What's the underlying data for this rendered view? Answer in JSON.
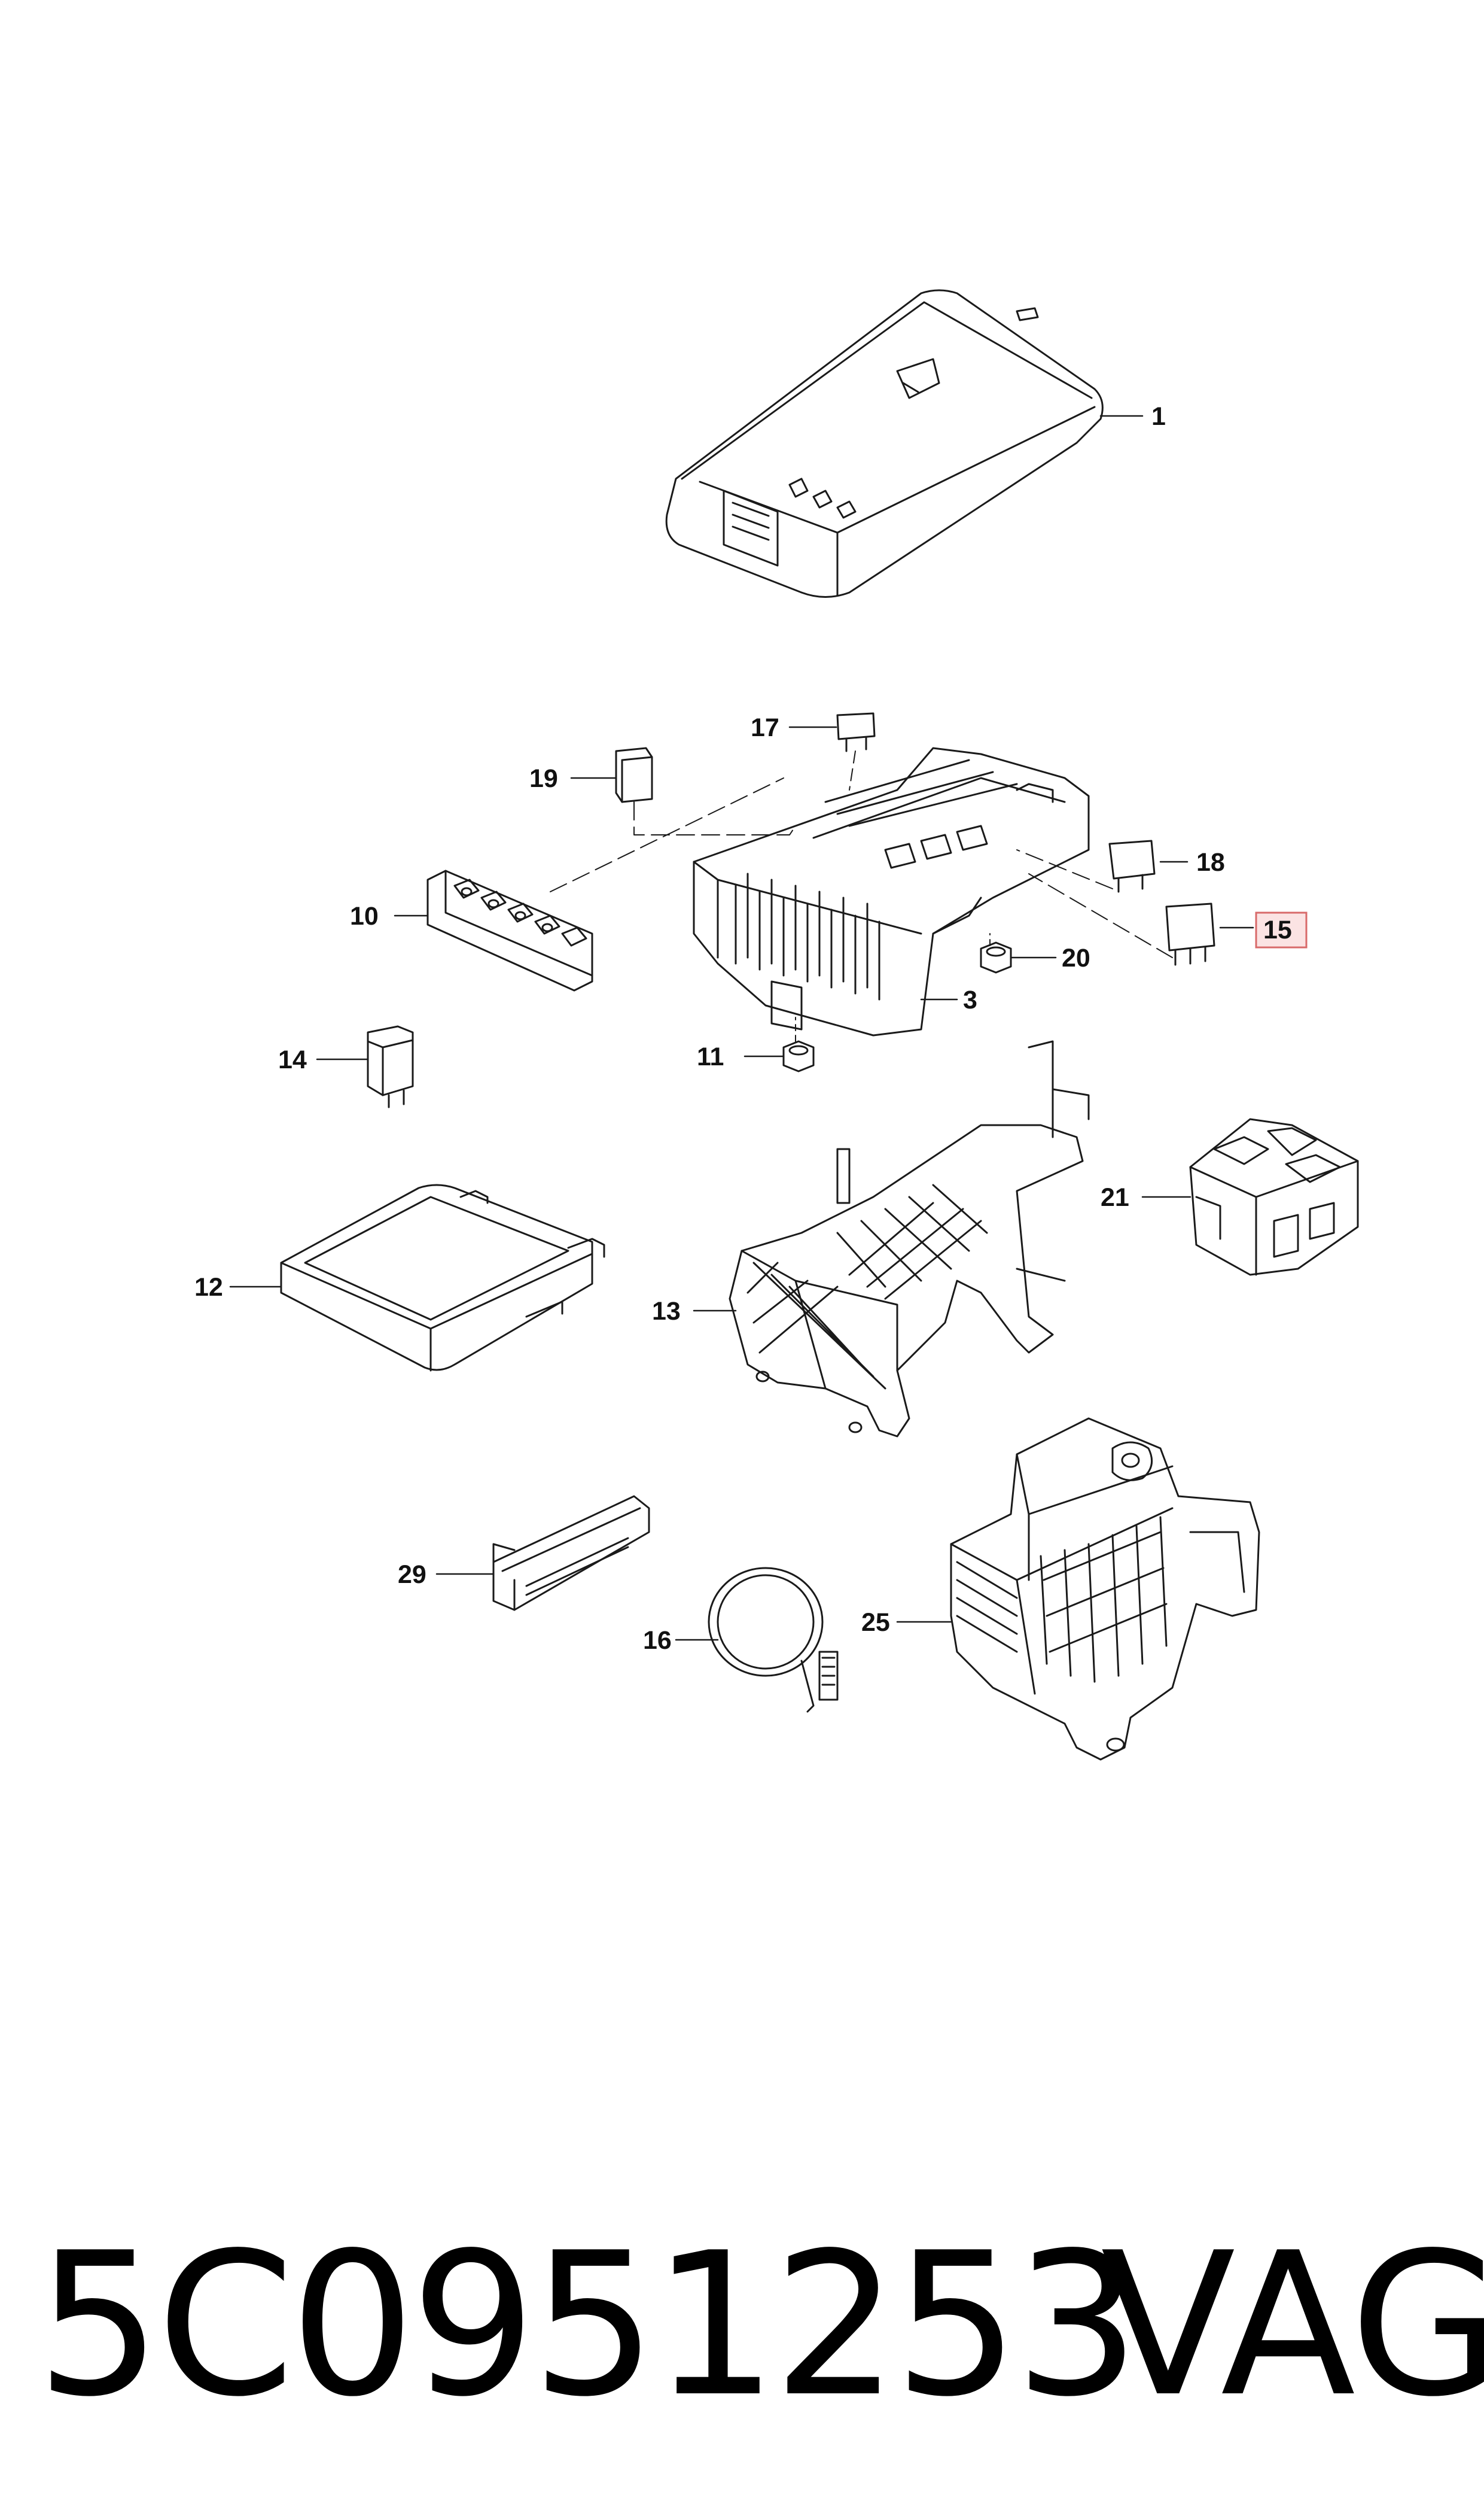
{
  "colors": {
    "line": "#1a1a1a",
    "highlight_border": "#d86a6a",
    "highlight_fill": "#fbe3e3",
    "background": "#ffffff"
  },
  "callouts": [
    {
      "id": "1",
      "label": "1"
    },
    {
      "id": "3",
      "label": "3"
    },
    {
      "id": "10",
      "label": "10"
    },
    {
      "id": "11",
      "label": "11"
    },
    {
      "id": "12",
      "label": "12"
    },
    {
      "id": "13",
      "label": "13"
    },
    {
      "id": "14",
      "label": "14"
    },
    {
      "id": "15",
      "label": "15",
      "highlighted": true
    },
    {
      "id": "16",
      "label": "16"
    },
    {
      "id": "17",
      "label": "17"
    },
    {
      "id": "18",
      "label": "18"
    },
    {
      "id": "19",
      "label": "19"
    },
    {
      "id": "20",
      "label": "20"
    },
    {
      "id": "21",
      "label": "21"
    },
    {
      "id": "25",
      "label": "25"
    },
    {
      "id": "29",
      "label": "29"
    }
  ],
  "footer": {
    "part_number": "5C0951253",
    "brand": "VAG"
  }
}
